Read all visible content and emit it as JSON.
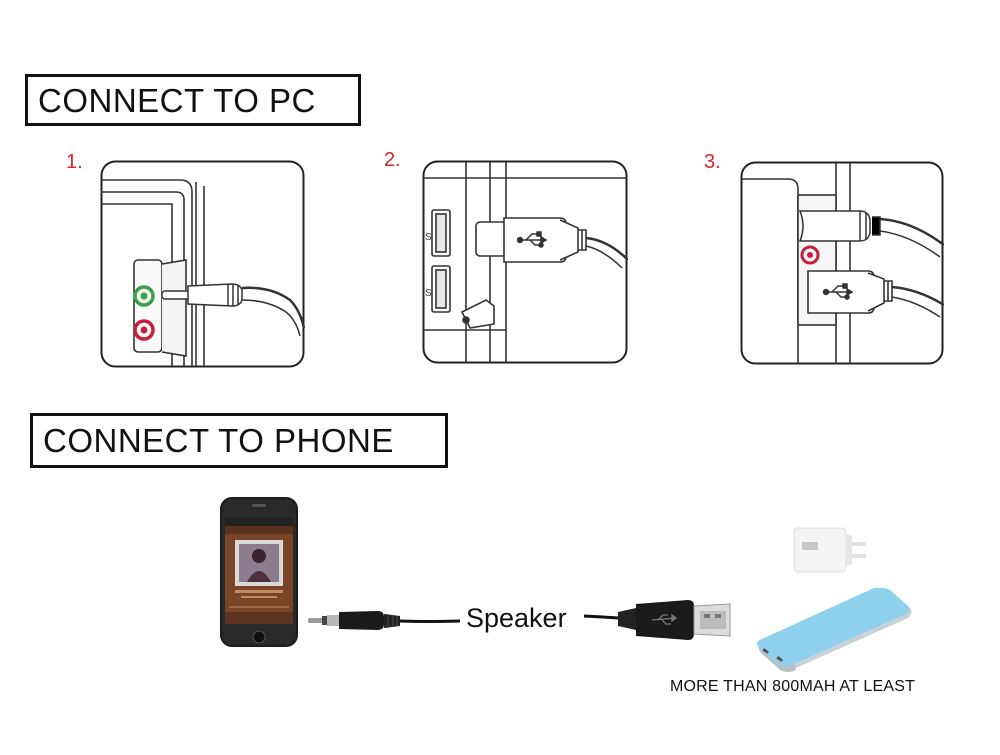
{
  "sections": {
    "pc": {
      "title": "CONNECT TO PC"
    },
    "phone": {
      "title": "CONNECT TO PHONE"
    }
  },
  "steps": [
    {
      "number": "1."
    },
    {
      "number": "2."
    },
    {
      "number": "3."
    }
  ],
  "port_marks": {
    "usb_mark": "S"
  },
  "cable_label": "Speaker",
  "battery_note": "MORE THAN 800MAH AT LEAST",
  "colors": {
    "step_number": "#d8242b",
    "audio_out_port": "#3aa14a",
    "mic_port": "#c4203a",
    "power_bank": "#8fd0ec"
  }
}
